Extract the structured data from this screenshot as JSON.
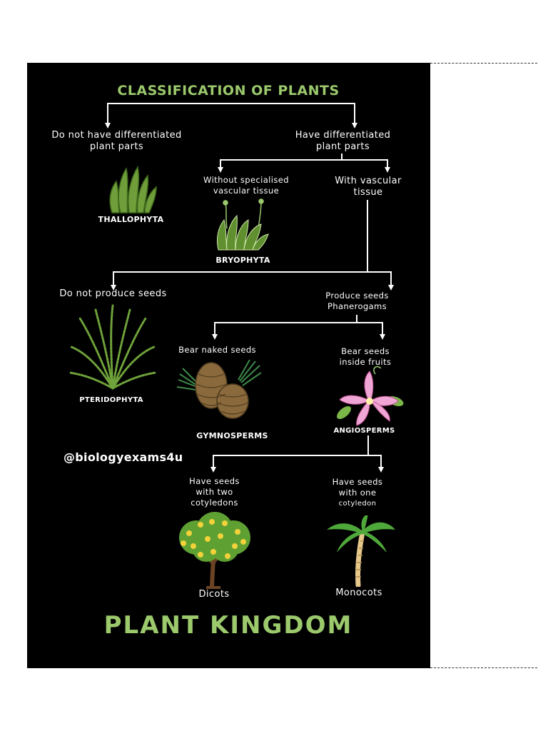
{
  "title": "CLASSIFICATION OF PLANTS",
  "footer_title": "PLANT KINGDOM",
  "handle": "@biologyexams4u",
  "colors": {
    "background": "#000000",
    "title": "#9bc96c",
    "text": "#ffffff",
    "connector": "#ffffff"
  },
  "nodes": {
    "no_diff": [
      "Do not have differentiated",
      "plant parts"
    ],
    "have_diff": [
      "Have differentiated",
      "plant parts"
    ],
    "no_vascular": [
      "Without specialised",
      "vascular tissue"
    ],
    "vascular": [
      "With vascular",
      "tissue"
    ],
    "no_seeds": "Do not produce seeds",
    "seeds": [
      "Produce seeds",
      "Phanerogams"
    ],
    "naked_seeds": "Bear naked seeds",
    "seeds_in_fruits": [
      "Bear seeds",
      "inside fruits"
    ],
    "two_cotyledons": [
      "Have seeds",
      "with two",
      "cotyledons"
    ],
    "one_cotyledon": [
      "Have seeds",
      "with one",
      "cotyledon"
    ]
  },
  "groups": {
    "thallophyta": "THALLOPHYTA",
    "bryophyta": "BRYOPHYTA",
    "pteridophyta": "PTERIDOPHYTA",
    "gymnosperms": "GYMNOSPERMS",
    "angiosperms": "ANGIOSPERMS",
    "dicots": "Dicots",
    "monocots": "Monocots"
  },
  "icons": [
    "algae-icon",
    "moss-icon",
    "fern-icon",
    "pinecone-icon",
    "lily-flower-icon",
    "fruit-tree-icon",
    "palm-tree-icon"
  ]
}
